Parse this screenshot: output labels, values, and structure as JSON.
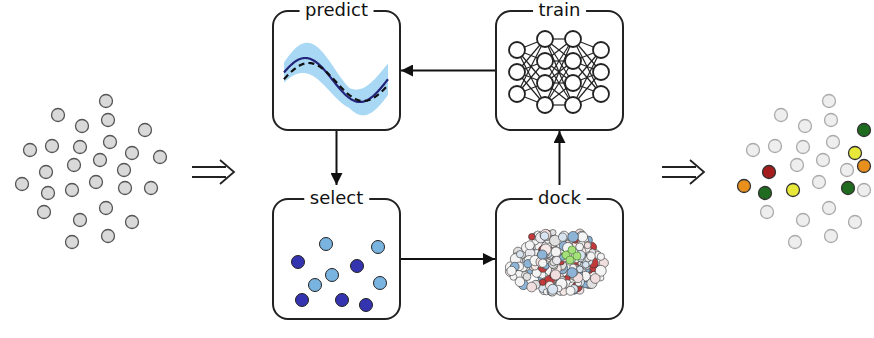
{
  "diagram": {
    "nodes": [
      {
        "text": [
          "predict"
        ]
      },
      {
        "text": [
          "train"
        ]
      },
      {
        "text": [
          "select"
        ]
      },
      {
        "text": [
          "dock"
        ]
      }
    ],
    "edges": [
      {
        "from": 1,
        "to": 0,
        "arrow": "to"
      },
      {
        "from": 0,
        "to": 2,
        "arrow": "to"
      },
      {
        "from": 2,
        "to": 3,
        "arrow": "to"
      },
      {
        "from": 3,
        "to": 1,
        "arrow": "to"
      }
    ]
  }
}
